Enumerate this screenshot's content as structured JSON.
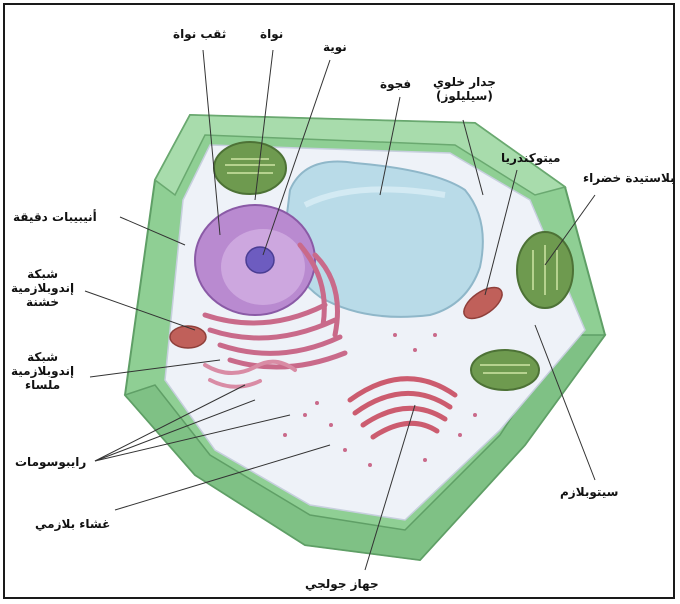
{
  "labels": {
    "nuclear_pore": "ثقب نواة",
    "nucleus": "نواة",
    "nucleolus": "نوية",
    "vacuole": "فجوة",
    "cell_wall": "جدار خلوي\n(سيليلوز)",
    "mitochondria": "ميتوكندريا",
    "chloroplast": "بلاستيدة خضراء",
    "microtubules": "أنيبيبات دقيقة",
    "rough_er": "شبكة\nإندوبلازمية\nخشنة",
    "smooth_er": "شبكة\nإندوبلازمية\nملساء",
    "ribosomes": "رايبوسومات",
    "plasma_membrane": "غشاء بلازمي",
    "golgi": "جهاز جولجي",
    "cytoplasm": "سيتوبلازم"
  },
  "colors": {
    "cell_wall": "#8fcf94",
    "cytoplasm": "#eef2f8",
    "vacuole": "#b9dbe8",
    "nucleus": "#b98ad0",
    "er": "#c96a8a",
    "chloroplast": "#6e9a4f",
    "mitochondria": "#c0605a"
  }
}
